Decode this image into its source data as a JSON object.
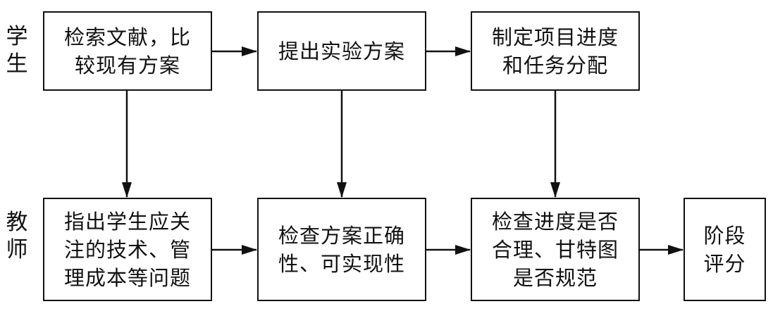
{
  "rows": {
    "student_label": [
      "学",
      "生"
    ],
    "teacher_label": [
      "教",
      "师"
    ]
  },
  "student_boxes": [
    "检索文献，比\n较现有方案",
    "提出实验方案",
    "制定项目进度\n和任务分配"
  ],
  "teacher_boxes": [
    "指出学生应关\n注的技术、管\n理成本等问题",
    "检查方案正确\n性、可实现性",
    "检查进度是否\n合理、甘特图\n是否规范",
    "阶段\n评分"
  ]
}
